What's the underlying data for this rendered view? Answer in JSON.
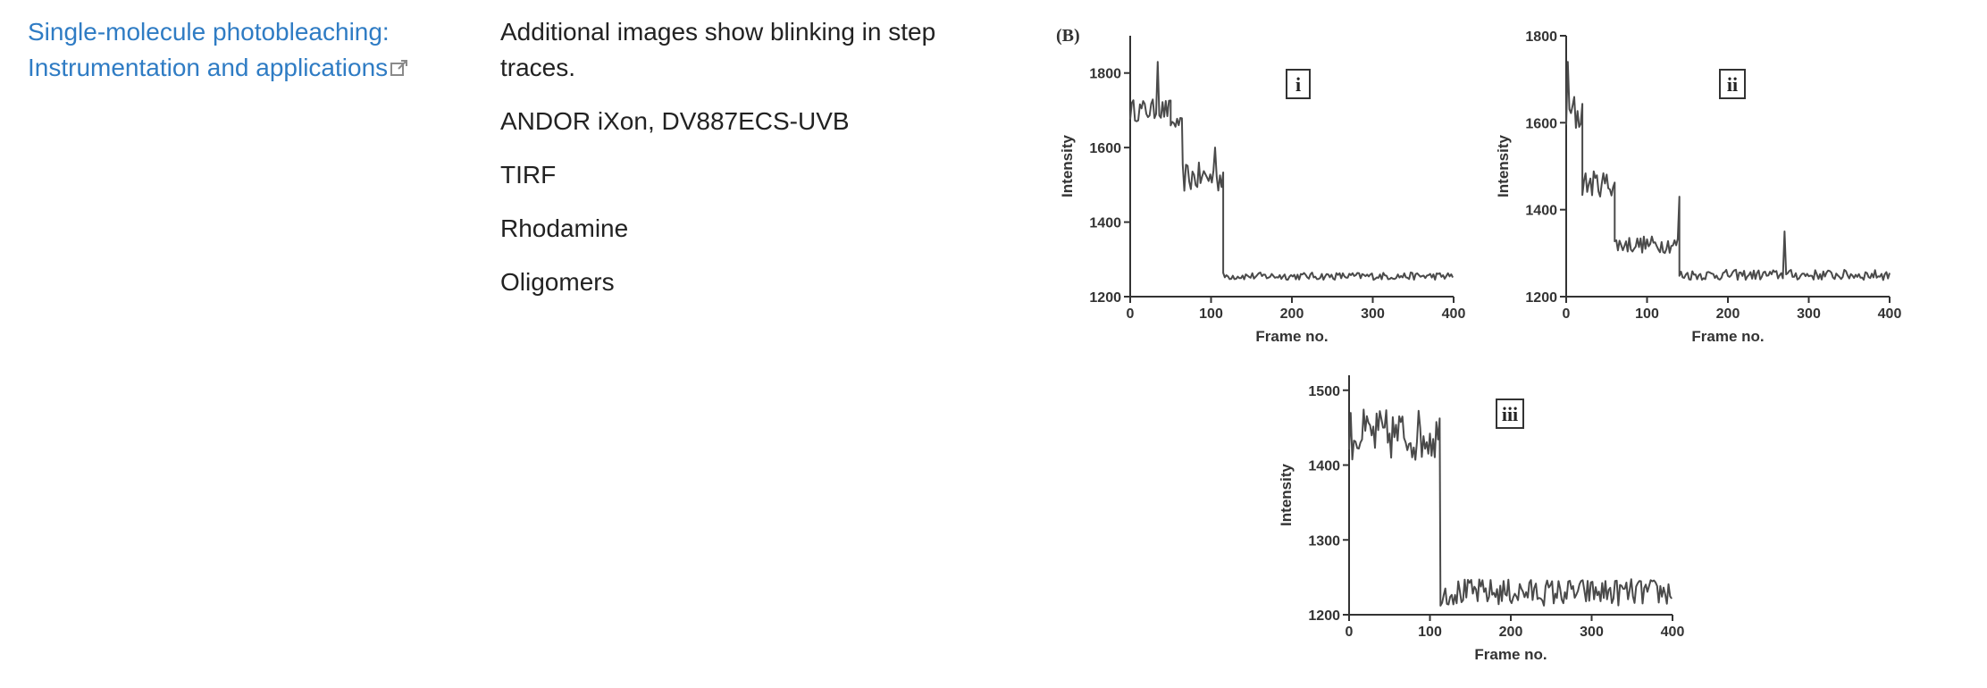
{
  "reference": {
    "title_line1": "Single-molecule photobleaching:",
    "title_line2": "Instrumentation and applications"
  },
  "details": {
    "description": "Additional images show blinking in step traces.",
    "camera": "ANDOR iXon, DV887ECS-UVB",
    "microscopy": "TIRF",
    "dye": "Rhodamine",
    "sample": "Oligomers"
  },
  "figure": {
    "label": "(B)"
  },
  "chart_data": [
    {
      "type": "line",
      "panel": "i",
      "xlabel": "Frame no.",
      "ylabel": "Intensity",
      "xlim": [
        0,
        400
      ],
      "ylim": [
        1200,
        1900
      ],
      "xticks": [
        0,
        100,
        200,
        300,
        400
      ],
      "yticks": [
        1200,
        1400,
        1600,
        1800
      ],
      "segments": [
        {
          "x": [
            0,
            50
          ],
          "level": 1700,
          "noise": 30
        },
        {
          "x": [
            50,
            65
          ],
          "level": 1665,
          "noise": 15
        },
        {
          "x": [
            65,
            115
          ],
          "level": 1520,
          "noise": 40
        },
        {
          "x": [
            115,
            400
          ],
          "level": 1255,
          "noise": 10
        }
      ],
      "spikes": [
        {
          "x": 35,
          "y": 1830
        },
        {
          "x": 105,
          "y": 1600
        }
      ]
    },
    {
      "type": "line",
      "panel": "ii",
      "xlabel": "Frame no.",
      "ylabel": "Intensity",
      "xlim": [
        0,
        400
      ],
      "ylim": [
        1200,
        1800
      ],
      "xticks": [
        0,
        100,
        200,
        300,
        400
      ],
      "yticks": [
        1200,
        1400,
        1600,
        1800
      ],
      "segments": [
        {
          "x": [
            0,
            20
          ],
          "level": 1620,
          "noise": 50
        },
        {
          "x": [
            20,
            60
          ],
          "level": 1460,
          "noise": 30
        },
        {
          "x": [
            60,
            140
          ],
          "level": 1320,
          "noise": 20
        },
        {
          "x": [
            140,
            400
          ],
          "level": 1250,
          "noise": 12
        }
      ],
      "spikes": [
        {
          "x": 3,
          "y": 1740
        },
        {
          "x": 140,
          "y": 1430
        },
        {
          "x": 270,
          "y": 1350
        }
      ]
    },
    {
      "type": "line",
      "panel": "iii",
      "xlabel": "Frame no.",
      "ylabel": "Intensity",
      "xlim": [
        0,
        400
      ],
      "ylim": [
        1200,
        1520
      ],
      "xticks": [
        0,
        100,
        200,
        300,
        400
      ],
      "yticks": [
        1200,
        1300,
        1400,
        1500
      ],
      "segments": [
        {
          "x": [
            0,
            113
          ],
          "level": 1440,
          "noise": 35
        },
        {
          "x": [
            113,
            400
          ],
          "level": 1230,
          "noise": 18
        }
      ],
      "spikes": []
    }
  ]
}
